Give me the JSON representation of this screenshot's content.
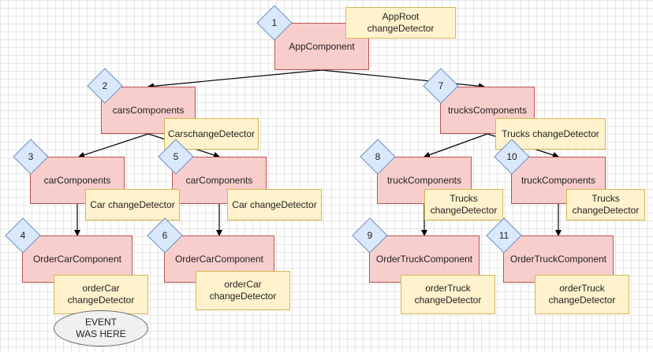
{
  "components": {
    "app_component": "AppComponent",
    "cars_components": "carsComponents",
    "trucks_components": "trucksComponents",
    "car_components_1": "carComponents",
    "car_components_2": "carComponents",
    "truck_components_1": "truckComponents",
    "truck_components_2": "truckComponents",
    "order_car_1": "OrderCarComponent",
    "order_car_2": "OrderCarComponent",
    "order_truck_1": "OrderTruckComponent",
    "order_truck_2": "OrderTruckComponent"
  },
  "detectors": {
    "app_root": "AppRoot\nchangeDetector",
    "cars": "CarschangeDetector",
    "trucks": "Trucks changeDetector",
    "car_1": "Car changeDetector",
    "car_2": "Car changeDetector",
    "truck_1": "Trucks\nchangeDetector",
    "truck_2": "Trucks\nchangeDetector",
    "order_car_1": "orderCar\nchangeDetector",
    "order_car_2": "orderCar\nchangeDetector",
    "order_truck_1": "orderTruck\nchangeDetector",
    "order_truck_2": "orderTruck\nchangeDetector"
  },
  "markers": [
    "1",
    "2",
    "3",
    "4",
    "5",
    "6",
    "7",
    "8",
    "9",
    "10",
    "11"
  ],
  "event": "EVENT\nWAS HERE",
  "colors": {
    "component_fill": "#f8cecc",
    "component_border": "#b85450",
    "detector_fill": "#fff2cc",
    "detector_border": "#d6b656",
    "marker_fill": "#dae8fc",
    "marker_border": "#6c8ebf",
    "event_fill": "#f0f0f0"
  }
}
